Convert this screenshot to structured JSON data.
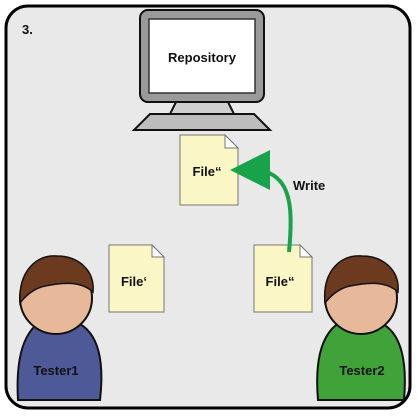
{
  "step_label": "3.",
  "repository_label": "Repository",
  "files": {
    "repo_file": "File“",
    "tester1_file": "File‘",
    "tester2_file": "File“"
  },
  "arrow_label": "Write",
  "testers": {
    "tester1": "Tester1",
    "tester2": "Tester2"
  },
  "colors": {
    "panel_fill": "#e9e9e9",
    "tester1_body": "#4e5a98",
    "tester2_body": "#3fa33a",
    "hair": "#6b3a1f",
    "skin": "#e7b99a",
    "arrow": "#18a24a",
    "file_fill": "#fbf6c6"
  },
  "icons": [
    "computer-monitor-icon",
    "document-icon",
    "person-icon"
  ]
}
